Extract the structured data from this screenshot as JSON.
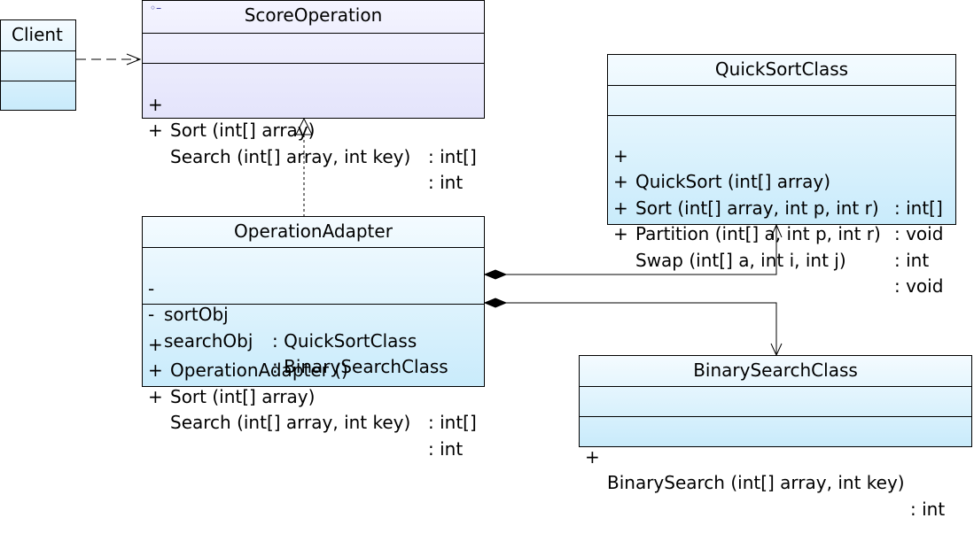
{
  "classes": {
    "client": {
      "name": "Client"
    },
    "score_operation": {
      "name": "ScoreOperation",
      "stereotype_icon": "interface-lollipop-icon",
      "operations": [
        {
          "visibility": "+",
          "signature": "Sort (int[] array)",
          "type": ": int[]"
        },
        {
          "visibility": "+",
          "signature": "Search (int[] array, int key)",
          "type": ": int"
        }
      ]
    },
    "operation_adapter": {
      "name": "OperationAdapter",
      "attributes": [
        {
          "visibility": "-",
          "signature": "sortObj",
          "type": ": QuickSortClass"
        },
        {
          "visibility": "-",
          "signature": "searchObj",
          "type": ": BinarySearchClass"
        }
      ],
      "operations": [
        {
          "visibility": "+",
          "signature": "OperationAdapter ()",
          "type": ""
        },
        {
          "visibility": "+",
          "signature": "Sort (int[] array)",
          "type": ": int[]"
        },
        {
          "visibility": "+",
          "signature": "Search (int[] array, int key)",
          "type": ": int"
        }
      ]
    },
    "quick_sort_class": {
      "name": "QuickSortClass",
      "operations": [
        {
          "visibility": "+",
          "signature": "QuickSort (int[] array)",
          "type": ": int[]"
        },
        {
          "visibility": "+",
          "signature": "Sort (int[] array, int p, int r)",
          "type": ": void"
        },
        {
          "visibility": "+",
          "signature": "Partition (int[] a, int p, int r)",
          "type": ": int"
        },
        {
          "visibility": "+",
          "signature": "Swap (int[] a, int i, int j)",
          "type": ": void"
        }
      ]
    },
    "binary_search_class": {
      "name": "BinarySearchClass",
      "operations": [
        {
          "visibility": "+",
          "signature": "BinarySearch (int[] array, int key)",
          "type": ": int"
        }
      ]
    }
  },
  "relationships": [
    {
      "from": "Client",
      "to": "ScoreOperation",
      "kind": "dependency"
    },
    {
      "from": "OperationAdapter",
      "to": "ScoreOperation",
      "kind": "realization"
    },
    {
      "from": "OperationAdapter",
      "to": "QuickSortClass",
      "kind": "composition"
    },
    {
      "from": "OperationAdapter",
      "to": "BinarySearchClass",
      "kind": "composition"
    }
  ],
  "colors": {
    "line": "#000000",
    "interface_fill": "#e4e4fb",
    "class_fill": "#c9ebfb"
  }
}
